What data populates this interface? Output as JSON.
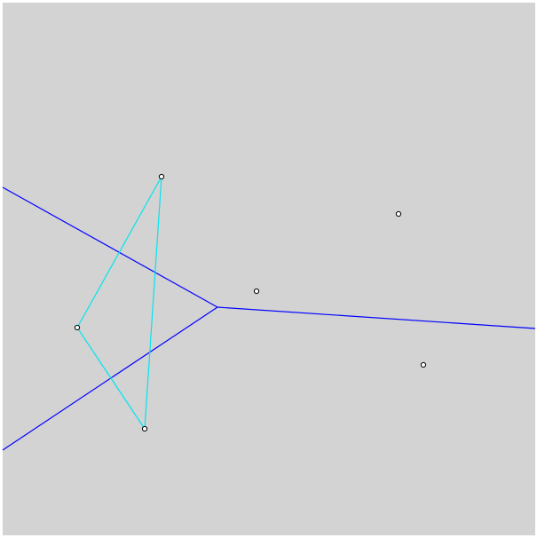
{
  "canvas": {
    "background": "#d3d3d3",
    "frame_color": "#ffffff"
  },
  "colors": {
    "boundary_lines": "#0000ff",
    "triangle_edges": "#00e5ee",
    "point_stroke": "#000000",
    "point_fill": "#ffffff"
  },
  "diagram": {
    "points": [
      {
        "id": "p1"
      },
      {
        "id": "p2"
      },
      {
        "id": "p3"
      },
      {
        "id": "p4"
      },
      {
        "id": "p5"
      },
      {
        "id": "p6"
      }
    ],
    "triangle": [
      "p1",
      "p3",
      "p4"
    ],
    "boundary_lines": [
      {
        "id": "upper-left-ray"
      },
      {
        "id": "lower-left-ray"
      },
      {
        "id": "right-ray"
      }
    ]
  }
}
